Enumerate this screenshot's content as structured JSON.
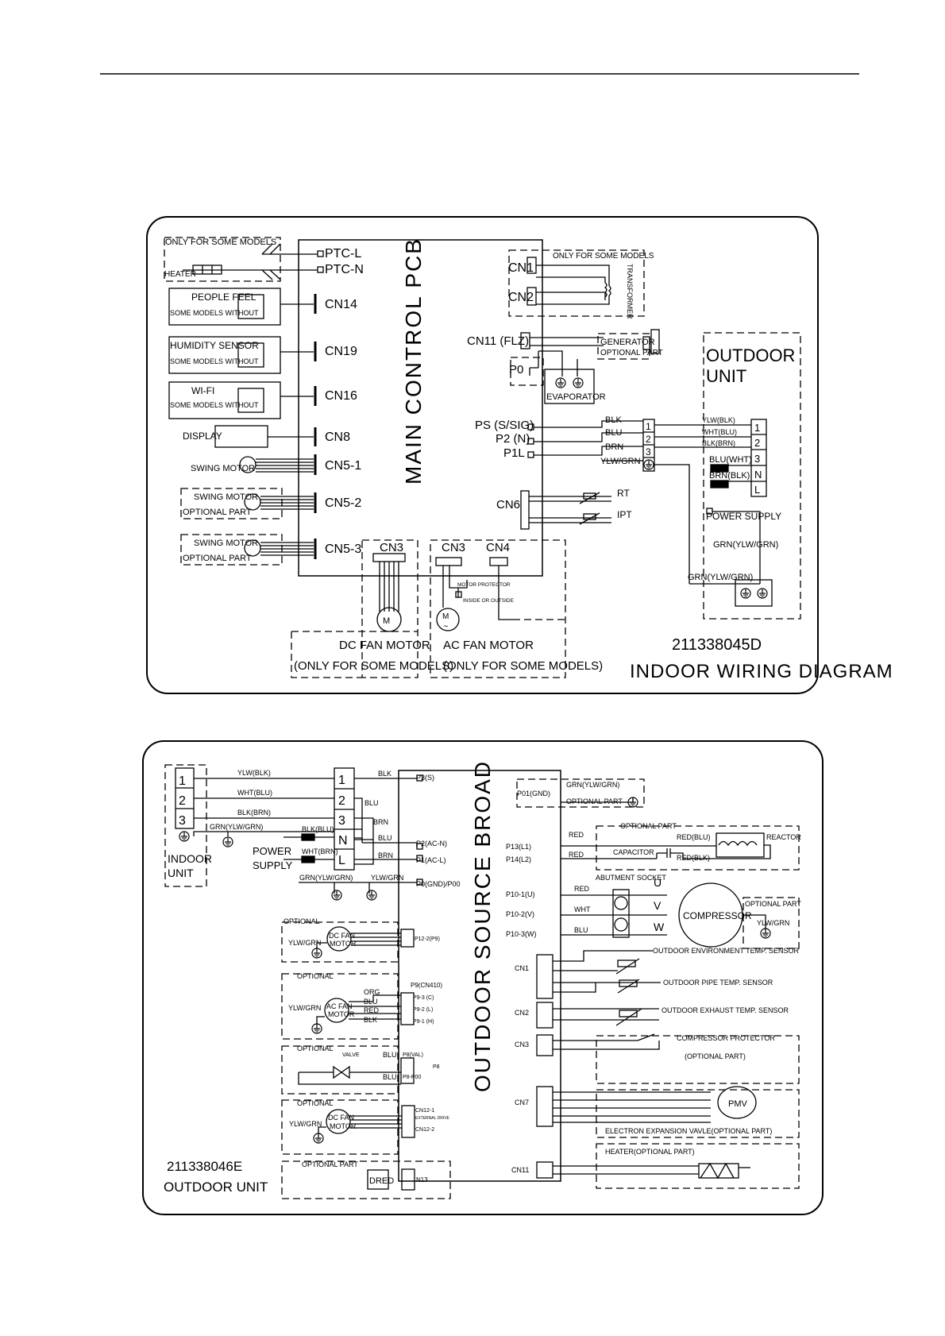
{
  "indoor": {
    "pcb_title": "MAIN CONTROL PCB",
    "heater_note": "ONLY FOR SOME MODELS",
    "heater": "HEATER",
    "ptc_l": "PTC-L",
    "ptc_n": "PTC-N",
    "people_feel": "PEOPLE FEEL",
    "people_feel_note": "SOME MODELS WITHOUT",
    "cn14": "CN14",
    "humidity": "HUMIDITY SENSOR",
    "humidity_note": "SOME MODELS WITHOUT",
    "cn19": "CN19",
    "wifi": "WI-FI",
    "wifi_note": "SOME MODELS WITHOUT",
    "cn16": "CN16",
    "display": "DISPLAY",
    "cn8": "CN8",
    "swing_motor": "SWING MOTOR",
    "cn5_1": "CN5-1",
    "swing_motor_2": "SWING MOTOR",
    "optional_2": "OPTIONAL PART",
    "cn5_2": "CN5-2",
    "swing_motor_3": "SWING MOTOR",
    "optional_3": "OPTIONAL PART",
    "cn5_3": "CN5-3",
    "cn3_dc": "CN3",
    "cn3_ac": "CN3",
    "cn4": "CN4",
    "dc_fan": "DC FAN MOTOR",
    "dc_fan_note": "(ONLY FOR SOME MODELS)",
    "ac_fan": "AC FAN MOTOR",
    "ac_fan_note": "(ONLY FOR SOME MODELS)",
    "motor_protector": "MOTOR PROTECTOR",
    "inside_outside": "INSIDE OR OUTSIDE",
    "cn1": "CN1",
    "cn2": "CN2",
    "transformer_note": "ONLY FOR SOME MODELS",
    "transformer": "TRANSFORMER",
    "cn11": "CN11 (FLZ)",
    "generator": "GENERATOR",
    "generator_note": "OPTIONAL PART",
    "p0": "P0",
    "evaporator": "EVAPORATOR",
    "ps": "PS (S/SIG)",
    "p2": "P2 (N)",
    "p1": "P1L",
    "cn6": "CN6",
    "rt": "RT",
    "ipt": "IPT",
    "wires": [
      "BLK",
      "BLU",
      "BRN",
      "YLW/GRN"
    ],
    "term_nums": [
      "1",
      "2",
      "3"
    ],
    "outdoor_unit_1": "OUTDOOR",
    "outdoor_unit_2": "UNIT",
    "out_wires": [
      "YLW(BLK)",
      "WHT(BLU)",
      "BLK(BRN)"
    ],
    "blu_wht": "BLU(WHT)",
    "brn_blk": "BRN(BLK)",
    "out_terms": [
      "1",
      "2",
      "3",
      "N",
      "L"
    ],
    "power_supply": "POWER SUPPLY",
    "grn_1": "GRN(YLW/GRN)",
    "grn_2": "GRN(YLW/GRN)",
    "code": "211338045D",
    "title": "INDOOR WIRING DIAGRAM"
  },
  "outdoor": {
    "board_title": "OUTDOOR SOURCE BROAD",
    "indoor_terms": [
      "1",
      "2",
      "3"
    ],
    "indoor_unit_1": "INDOOR",
    "indoor_unit_2": "UNIT",
    "wires_top": [
      "YLW(BLK)",
      "WHT(BLU)",
      "BLK(BRN)",
      "GRN(YLW/GRN)"
    ],
    "terms": [
      "1",
      "2",
      "3",
      "N",
      "L"
    ],
    "blk": "BLK",
    "blu": "BLU",
    "brn": "BRN",
    "blu2": "BLU",
    "brn2": "BRN",
    "p3": "P3(S)",
    "p2": "P2(AC-N)",
    "p1": "P1(AC-L)",
    "p0": "P0(GND)/P00",
    "power_supply_1": "POWER",
    "power_supply_2": "SUPPLY",
    "blk_blu": "BLK(BLU)",
    "wht_brn": "WHT(BRN)",
    "grn_ylw": "GRN(YLW/GRN)",
    "ylw_grn": "YLW/GRN",
    "p01": "P01(GND)",
    "p01_wire": "GRN(YLW/GRN)",
    "p01_note": "OPTIONAL PART",
    "p13": "P13(L1)",
    "p14": "P14(L2)",
    "red1": "RED",
    "red2": "RED",
    "reactor_note": "OPTIONAL PART",
    "red_blu": "RED(BLU)",
    "red_blk": "RED(BLK)",
    "reactor": "REACTOR",
    "capacitor": "CAPACITOR",
    "abutment": "ABUTMENT SOCKET",
    "p10_1": "P10-1(U)",
    "p10_2": "P10-2(V)",
    "p10_3": "P10-3(W)",
    "red3": "RED",
    "wht": "WHT",
    "blu3": "BLU",
    "u": "U",
    "v": "V",
    "w": "W",
    "compressor": "COMPRESSOR",
    "comp_note": "OPTIONAL PART",
    "comp_ylw": "YLW/GRN",
    "cn1": "CN1",
    "env_sensor": "OUTDOOR ENVIRONMENT TEMP. SENSOR",
    "pipe_sensor": "OUTDOOR PIPE TEMP. SENSOR",
    "cn2": "CN2",
    "exhaust_sensor": "OUTDOOR EXHAUST TEMP. SENSOR",
    "cn3": "CN3",
    "comp_protector": "COMPRESSOR PROTECTOR",
    "comp_protector_note": "(OPTIONAL PART)",
    "cn7": "CN7",
    "pmv": "PMV",
    "eev": "ELECTRON EXPANSION VAVLE(OPTIONAL PART)",
    "heater": "HEATER(OPTIONAL PART)",
    "cn11": "CN11",
    "opt1": "OPTIONAL",
    "dc_fan_1": "DC FAN",
    "dc_fan_1b": "MOTOR",
    "ylw_grn_1": "YLW/GRN",
    "pin_p9": "P12-2(P9)",
    "opt2": "OPTIONAL",
    "ac_fan": "AC FAN",
    "ac_fanb": "MOTOR",
    "ylw_grn_2": "YLW/GRN",
    "ac_wires": [
      "ORG",
      "BLU",
      "RED",
      "BLK"
    ],
    "p9_cn410": "P9(CN410)",
    "ac_pins": [
      "P9-3 (C)",
      "P9-2 (L)",
      "P9-1 (H)"
    ],
    "opt3": "OPTIONAL",
    "valve": "VALVE",
    "valve_wires": [
      "BLU",
      "BLU"
    ],
    "p8_pins": [
      "P8(VAL)",
      "P8-P00"
    ],
    "p8": "P8",
    "opt4": "OPTIONAL",
    "dc_fan_2": "DC FAN",
    "dc_fan_2b": "MOTOR",
    "ylw_grn_3": "YLW/GRN",
    "cn12_1": "CN12-1",
    "cn12_ext": "EXTERNAL DRIVE",
    "cn12_2": "CN12-2",
    "opt5": "OPTIONAL PART",
    "dred": "DRED",
    "n13": "N13",
    "code": "211338046E",
    "title": "OUTDOOR UNIT"
  }
}
